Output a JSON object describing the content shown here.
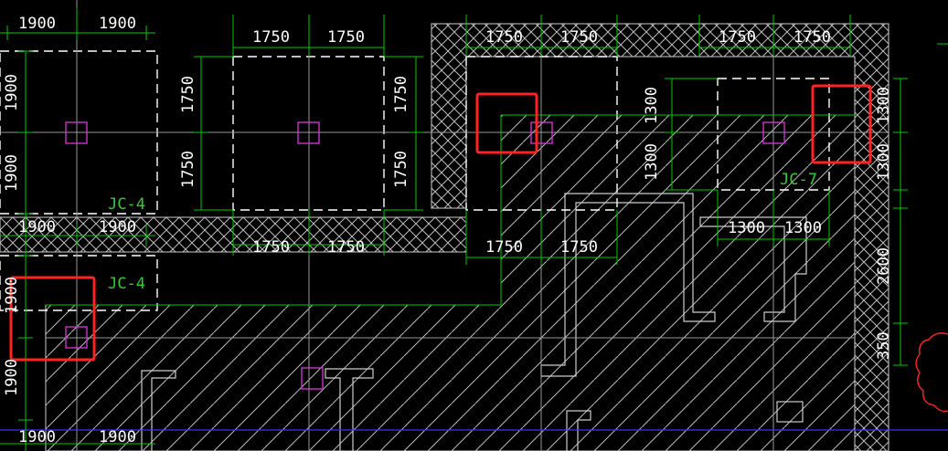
{
  "colors": {
    "background": "#000000",
    "dimension_line": "#00cc00",
    "pier_marker": "#cc33cc",
    "highlight_box": "#ff2222",
    "hatch": "#bbbbbb",
    "axis_line": "#3333ff",
    "cloud_mark": "#ff2222"
  },
  "labels": {
    "jc4_top": "JC-4",
    "jc4_left": "JC-4",
    "jc7": "JC-7"
  },
  "dimensions": {
    "top_left_a": "1900",
    "top_left_b": "1900",
    "mid_left_a": "1900",
    "mid_left_b": "1900",
    "bottom_left_a": "1900",
    "bottom_left_b": "1900",
    "left_v_1": "1900",
    "left_v_2": "1900",
    "left_v_3": "1900",
    "left_v_4": "1900",
    "f2_top_a": "1750",
    "f2_top_b": "1750",
    "f2_bot_a": "1750",
    "f2_bot_b": "1750",
    "f2_left_v1": "1750",
    "f2_left_v2": "1750",
    "f2_right_v1": "1750",
    "f2_right_v2": "1750",
    "f3_top_a": "1750",
    "f3_top_b": "1750",
    "f3_bot_a": "1750",
    "f3_bot_b": "1750",
    "f4_top_a": "1750",
    "f4_top_b": "1750",
    "f4_bot_a": "1300",
    "f4_bot_b": "1300",
    "f4_left_v1": "1300",
    "f4_left_v2": "1300",
    "right_v_1": "1300",
    "right_v_2": "1300",
    "right_v_3": "2600",
    "right_v_4": "350"
  }
}
